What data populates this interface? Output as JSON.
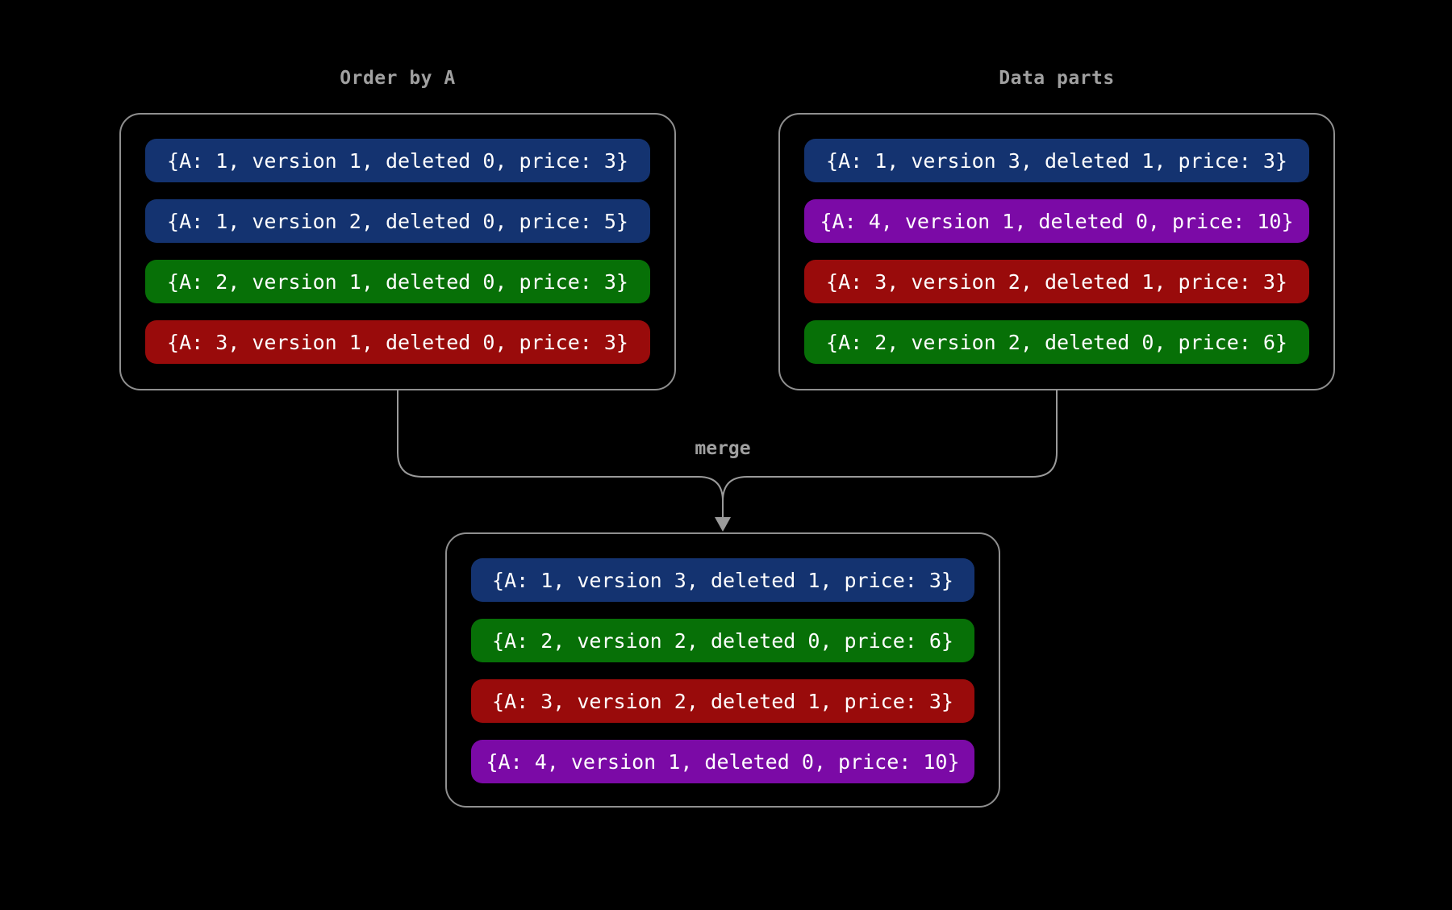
{
  "background": "#000000",
  "colors": {
    "blue": "#143370",
    "green": "#077007",
    "red": "#990b0b",
    "purple": "#7b0aa6",
    "line": "#9a9a9a",
    "border": "#8f8f8f",
    "title": "#a0a0a0",
    "row_text": "#ffffff"
  },
  "left_panel": {
    "title": "Order by A",
    "rows": [
      {
        "text": "{A: 1, version 1, deleted 0, price: 3}",
        "color": "blue"
      },
      {
        "text": "{A: 1, version 2, deleted 0, price: 5}",
        "color": "blue"
      },
      {
        "text": "{A: 2, version 1, deleted 0, price: 3}",
        "color": "green"
      },
      {
        "text": "{A: 3, version 1, deleted 0, price: 3}",
        "color": "red"
      }
    ]
  },
  "right_panel": {
    "title": "Data parts",
    "rows": [
      {
        "text": "{A: 1, version 3, deleted 1, price: 3}",
        "color": "blue"
      },
      {
        "text": "{A: 4, version 1, deleted 0, price: 10}",
        "color": "purple"
      },
      {
        "text": "{A: 3, version 2, deleted 1, price: 3}",
        "color": "red"
      },
      {
        "text": "{A: 2, version 2, deleted 0, price: 6}",
        "color": "green"
      }
    ]
  },
  "merge": {
    "label": "merge"
  },
  "merged_panel": {
    "rows": [
      {
        "text": "{A: 1, version 3, deleted 1, price: 3}",
        "color": "blue"
      },
      {
        "text": "{A: 2, version 2, deleted 0, price: 6}",
        "color": "green"
      },
      {
        "text": "{A: 3, version 2, deleted 1, price: 3}",
        "color": "red"
      },
      {
        "text": "{A: 4, version 1, deleted 0, price: 10}",
        "color": "purple"
      }
    ]
  }
}
